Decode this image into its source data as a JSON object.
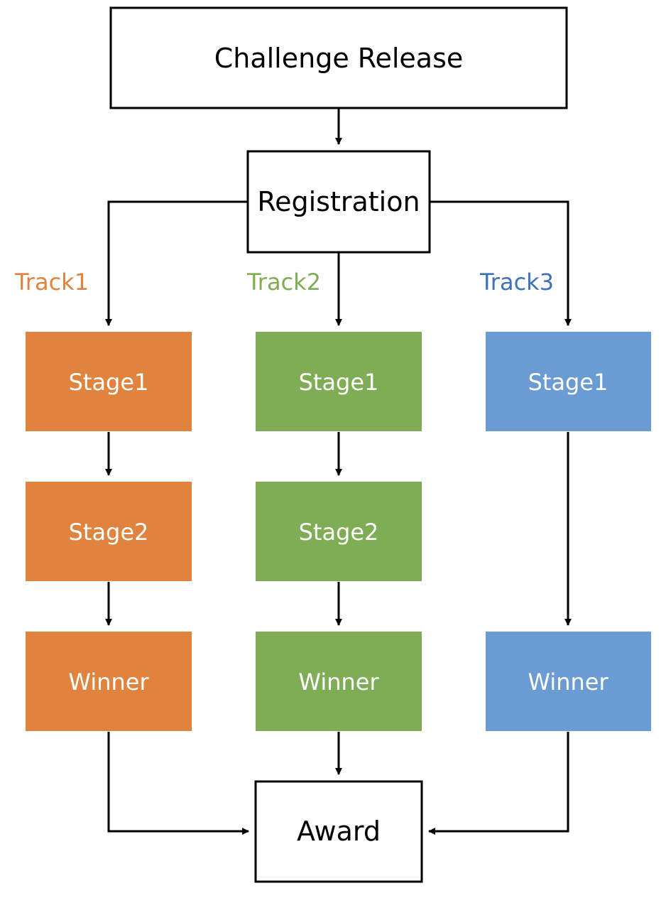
{
  "colors": {
    "track1": "#E0833F",
    "track2": "#7EAD55",
    "track3": "#6A9BD2",
    "track1_label": "#E0833F",
    "track2_label": "#7EAD55",
    "track3_label": "#3D72B8",
    "outline": "#000000",
    "box_text_white": "#FFFFFF",
    "box_text_black": "#000000"
  },
  "nodes": {
    "challenge_release": "Challenge Release",
    "registration": "Registration",
    "award": "Award",
    "track1": {
      "label": "Track1",
      "stage1": "Stage1",
      "stage2": "Stage2",
      "winner": "Winner"
    },
    "track2": {
      "label": "Track2",
      "stage1": "Stage1",
      "stage2": "Stage2",
      "winner": "Winner"
    },
    "track3": {
      "label": "Track3",
      "stage1": "Stage1",
      "winner": "Winner"
    }
  }
}
